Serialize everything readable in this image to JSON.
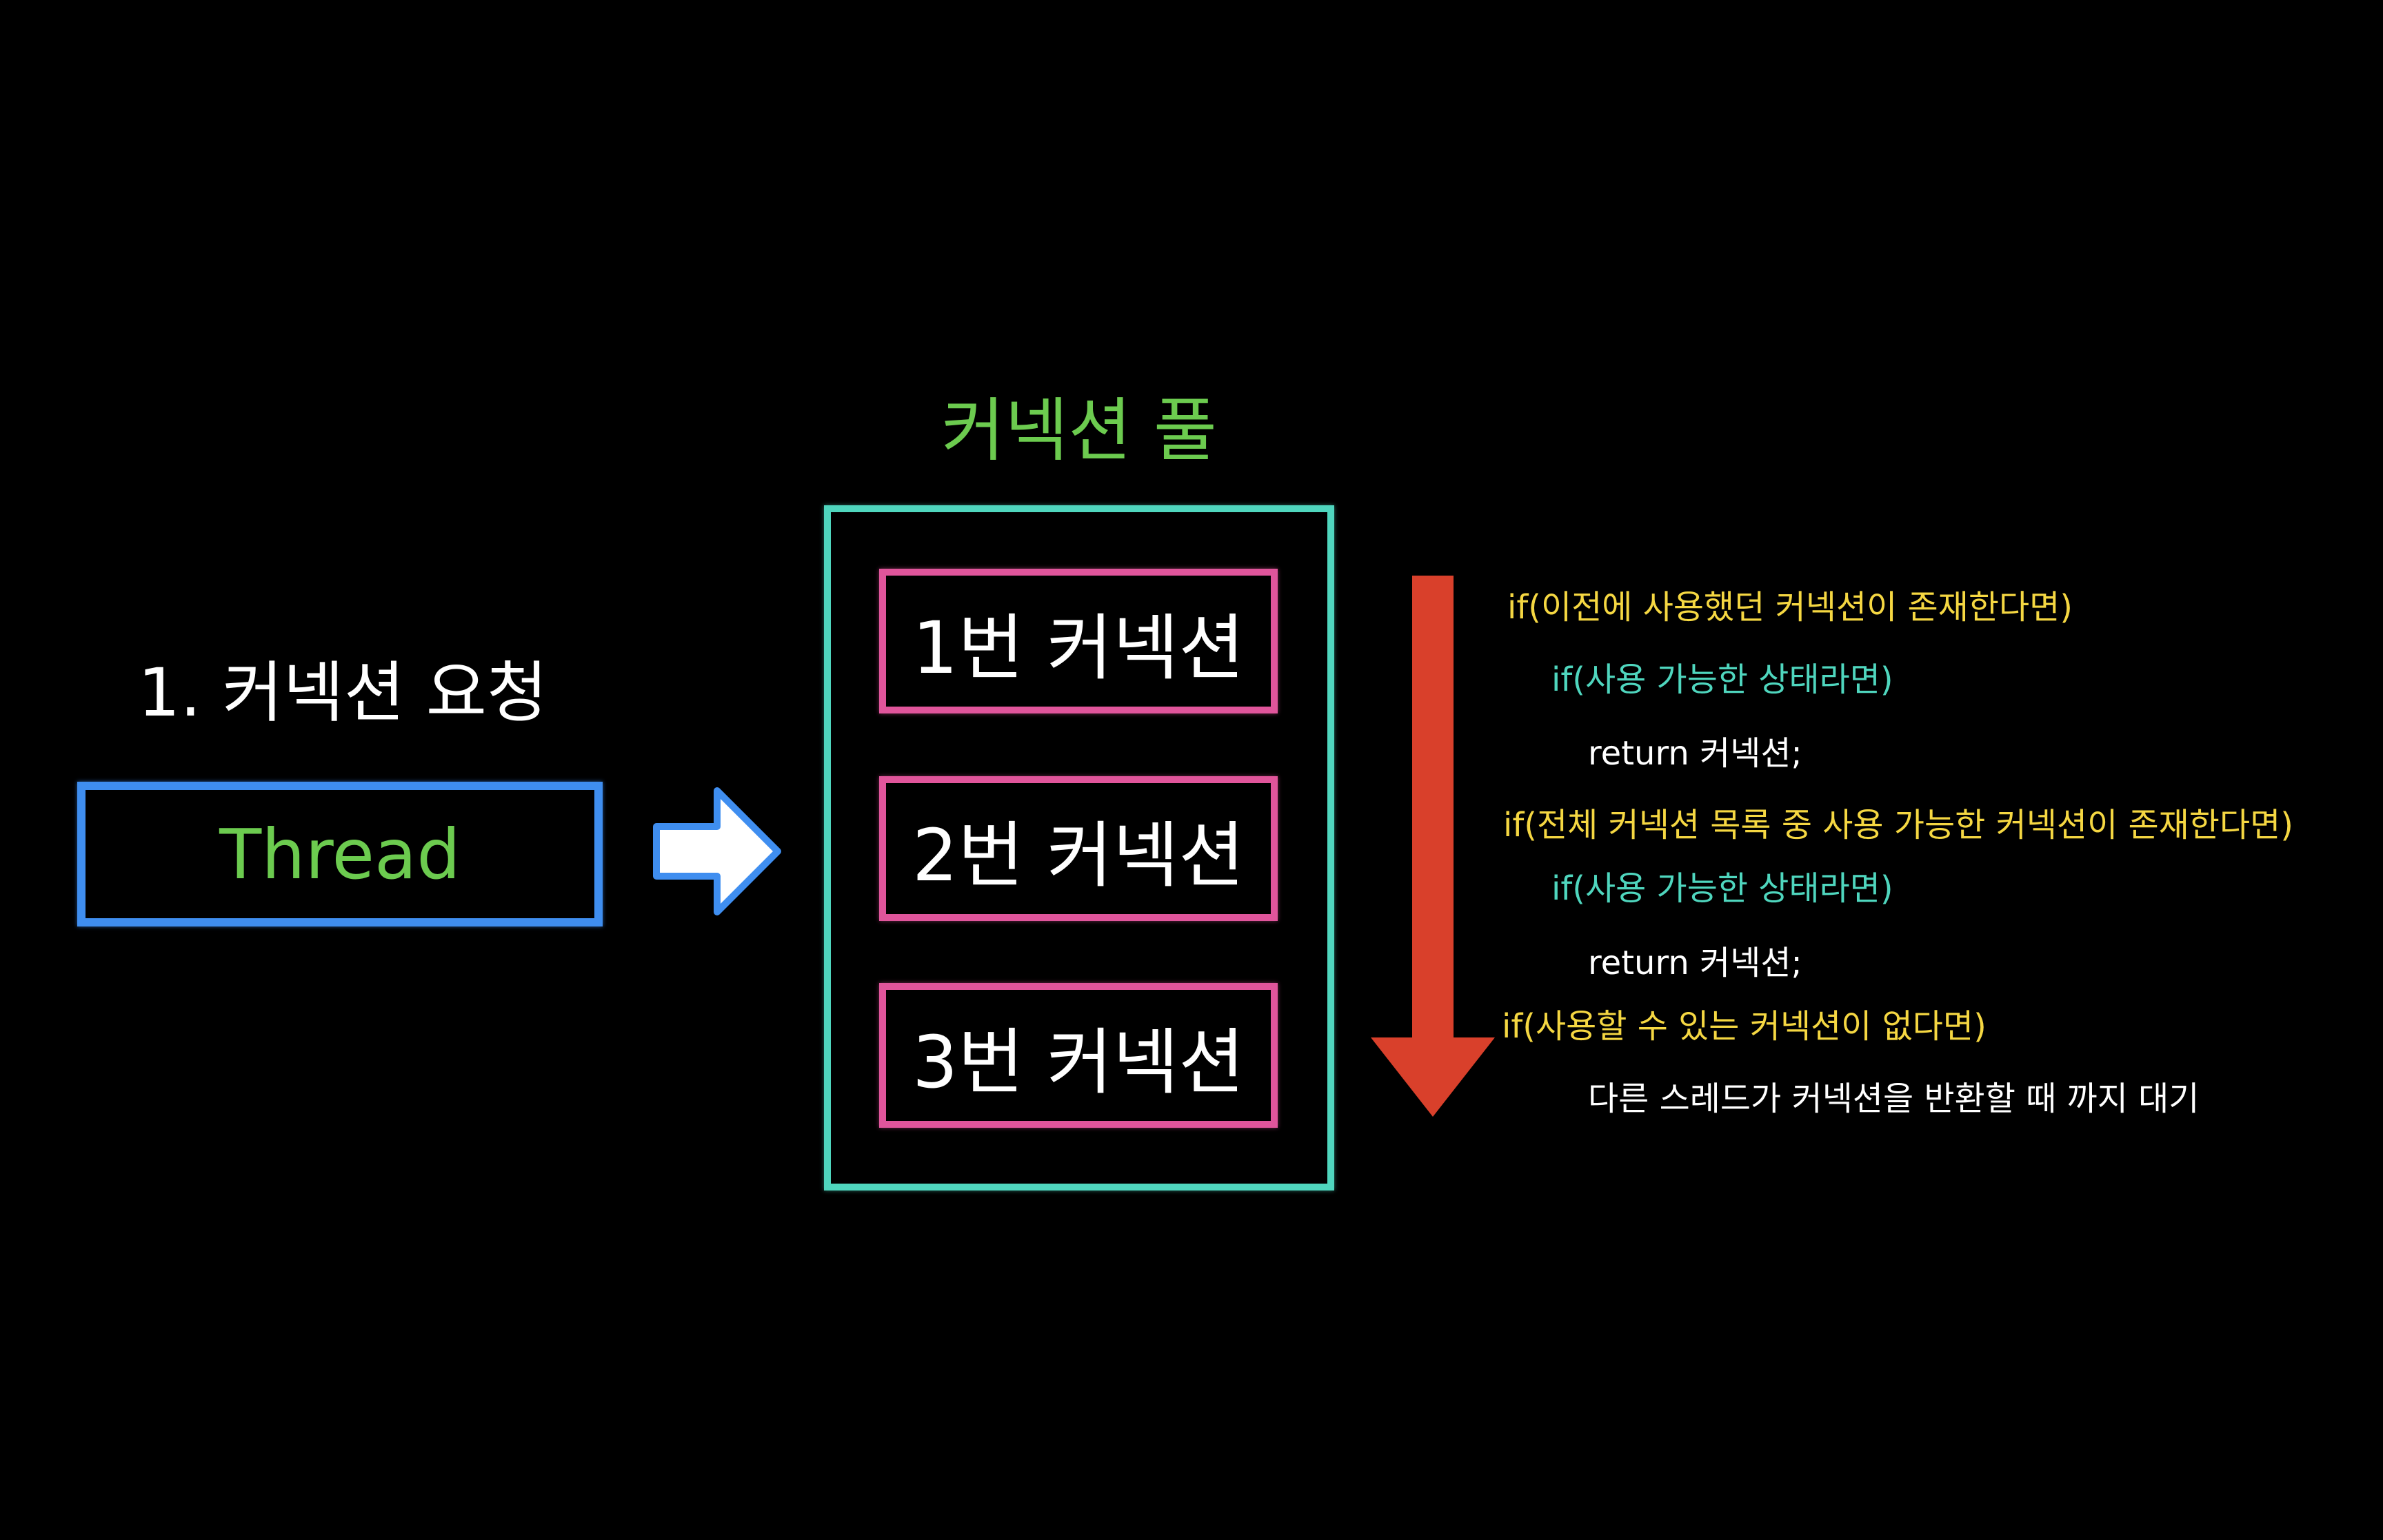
{
  "request": {
    "label": "1. 커넥션 요청",
    "thread_label": "Thread"
  },
  "pool": {
    "title": "커넥션 풀",
    "connections": [
      "1번 커넥션",
      "2번 커넥션",
      "3번 커넥션"
    ]
  },
  "logic": {
    "lines": [
      "if(이전에 사용했던 커넥션이 존재한다면)",
      "if(사용 가능한 상태라면)",
      "return 커넥션;",
      "if(전체 커넥션 목록 중 사용 가능한 커넥션이 존재한다면)",
      "if(사용 가능한 상태라면)",
      "return 커넥션;",
      "if(사용할 수 있는 커넥션이 없다면)",
      "다른 스레드가 커넥션을 반환할 때 까지 대기"
    ]
  },
  "colors": {
    "background": "#000000",
    "thread_border": "#3f8ef0",
    "thread_text": "#6ccb4f",
    "pool_border": "#4fd6be",
    "connection_border": "#e0559b",
    "arrow_down": "#d9402b",
    "arrow_right": "#ffffff",
    "condition_yellow": "#f5d742",
    "condition_cyan": "#4fd6be"
  },
  "icons": {
    "request_arrow": "arrow-right-icon",
    "flow_arrow": "arrow-down-icon"
  }
}
